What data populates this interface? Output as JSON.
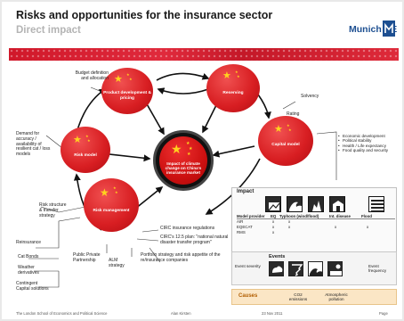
{
  "header": {
    "title": "Risks and opportunities for the insurance sector",
    "subtitle": "Direct impact",
    "logo_text": "Munich RE"
  },
  "colors": {
    "accent": "#d8181f",
    "banner": "#d0182a",
    "logo": "#1d4f91",
    "causes_bg": "#fbe6c5"
  },
  "diagram": {
    "center_label": "Impact of climate change on China's insurance market",
    "nodes": {
      "product": "Product development & pricing",
      "reserving": "Reserving",
      "capital": "Capital model",
      "risk_model": "Risk model",
      "risk_mgmt": "Risk management"
    },
    "side_labels": {
      "budget": "Budget definition and allocation",
      "solvency": "Solvency",
      "rating": "Rating",
      "demand": "Demand for accuracy / availability of resilient cat / loss models",
      "risk_structure": "Risk structure & transfer strategy",
      "reinsurance": "Reinsurance",
      "cat_bonds": "Cat Bonds",
      "weather": "Weather derivatives",
      "contingent": "Contingent Capital solutions",
      "ppp": "Public Private Partnership",
      "alm": "ALM strategy",
      "portfolio": "Portfolio strategy and risk appetite of the re/insurance companies",
      "circ1": "CIRC insurance regulations",
      "circ2": "CIRC's 12.5 plan: \"national natural disaster transfer program\""
    },
    "bullets": [
      "Economic development",
      "Political stability",
      "Health / Life expectancy",
      "Food quality and security"
    ]
  },
  "impact": {
    "title": "Impact",
    "columns": [
      "Model provider",
      "EQ",
      "Typhoon (wind/flood)",
      "Int. disease",
      "Flood"
    ],
    "rows": [
      {
        "name": "AIR",
        "marks": [
          "x",
          "x",
          "",
          ""
        ]
      },
      {
        "name": "EQECAT",
        "marks": [
          "x",
          "x",
          "x",
          "x"
        ]
      },
      {
        "name": "RMS",
        "marks": [
          "x",
          "",
          "",
          ""
        ]
      }
    ]
  },
  "events": {
    "title": "Events",
    "left": "Event severity",
    "right": "Event frequency"
  },
  "causes": {
    "title": "Causes",
    "co2": "CO2 emissions",
    "pollution": "Atmospheric pollution"
  },
  "footer": {
    "school": "The London School of Economics and Political Science",
    "author": "Alan Kirsten",
    "date": "23 Nov 2011",
    "page": "Page"
  }
}
